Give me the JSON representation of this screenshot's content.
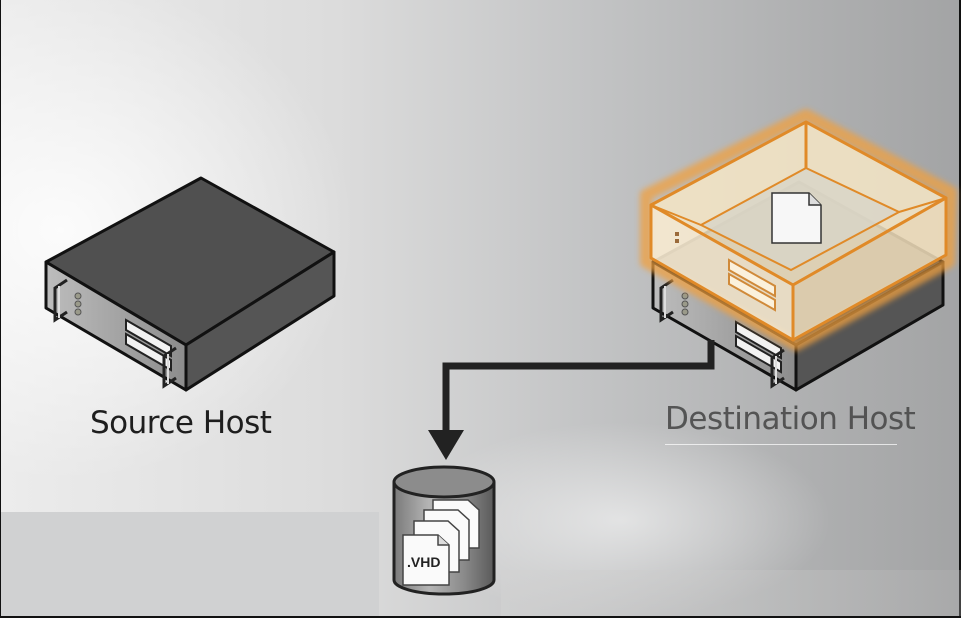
{
  "diagram": {
    "source_host": {
      "label": "Source Host",
      "icon": "server-icon"
    },
    "destination_host": {
      "label": "Destination Host",
      "icon": "server-icon",
      "overlay": "virtual-machine-icon",
      "highlight_color": "#f0a040"
    },
    "connector": {
      "from": "destination_host",
      "to": "storage",
      "style": "arrow"
    },
    "storage": {
      "icon": "database-cylinder-icon",
      "file_label": ".VHD",
      "file_count": 4
    }
  }
}
